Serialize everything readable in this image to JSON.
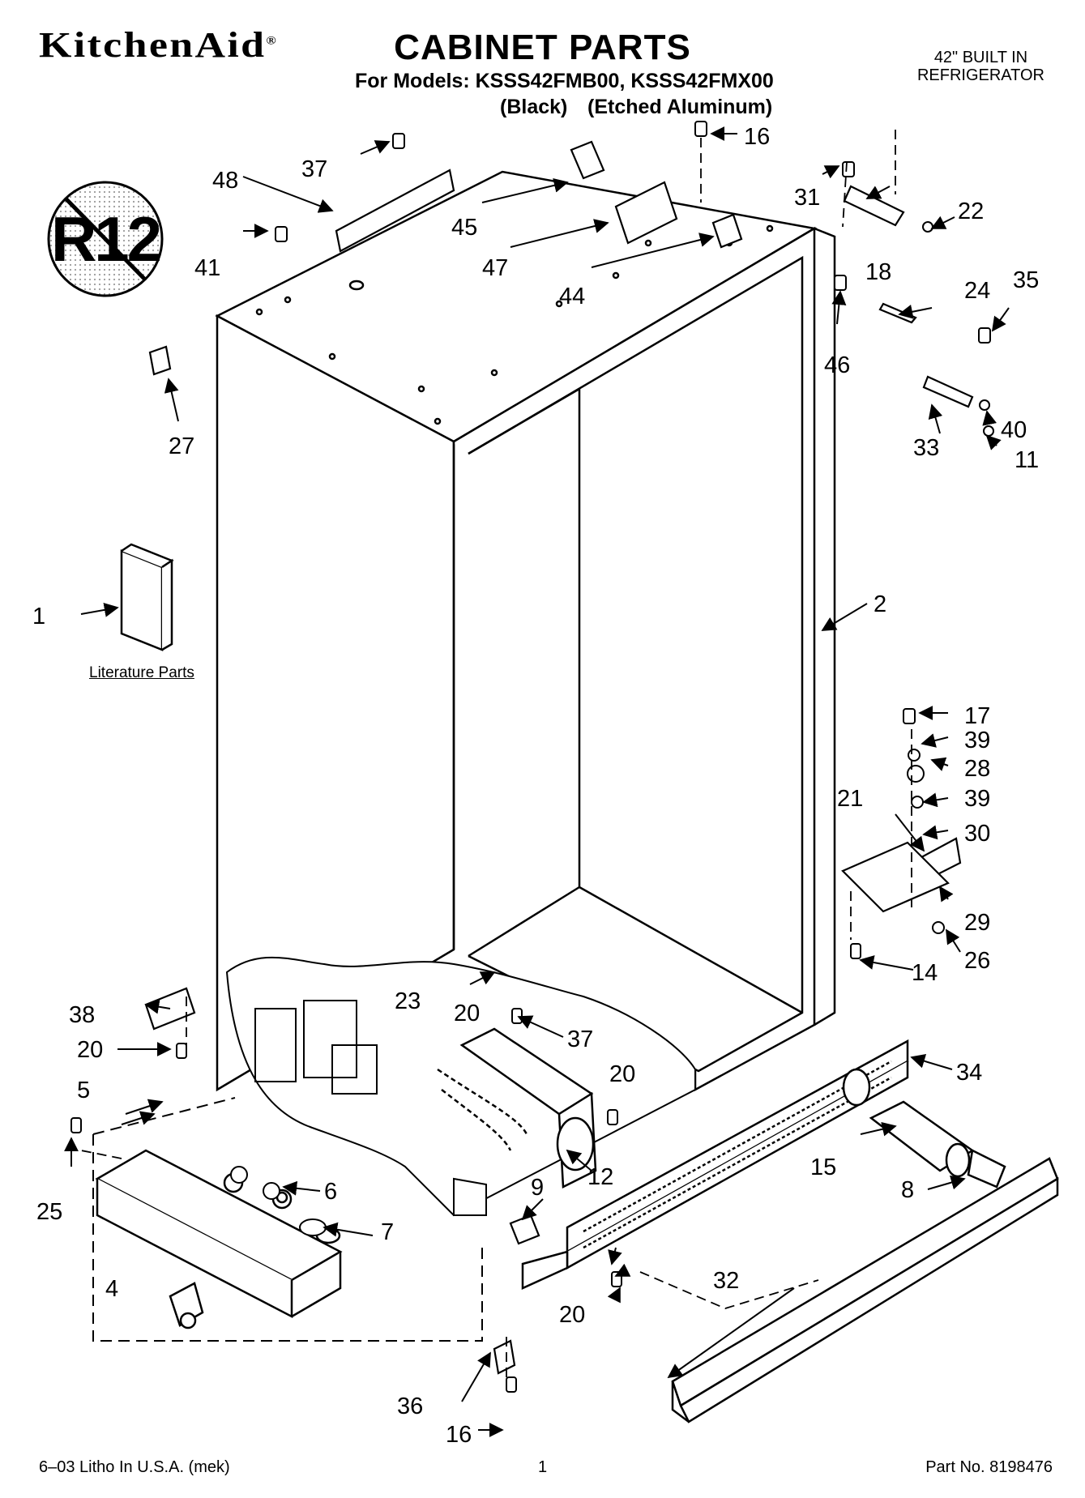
{
  "header": {
    "brand": "KitchenAid",
    "brand_mark": "®",
    "title": "CABINET PARTS",
    "models_line": "For Models: KSSS42FMB00, KSSS42FMX00",
    "variant_a": "(Black)",
    "variant_b": "(Etched Aluminum)",
    "product_type_line1": "42\" BUILT IN",
    "product_type_line2": "REFRIGERATOR"
  },
  "badge": {
    "text": "R12",
    "icon": "no-r12-icon"
  },
  "literature_label": "Literature Parts",
  "callouts": [
    "1",
    "2",
    "4",
    "5",
    "6",
    "7",
    "8",
    "9",
    "11",
    "12",
    "14",
    "15",
    "16",
    "16",
    "17",
    "18",
    "20",
    "20",
    "20",
    "20",
    "21",
    "22",
    "23",
    "24",
    "25",
    "26",
    "27",
    "28",
    "29",
    "30",
    "31",
    "32",
    "33",
    "34",
    "35",
    "36",
    "37",
    "37",
    "38",
    "39",
    "39",
    "40",
    "41",
    "44",
    "45",
    "46",
    "47",
    "48"
  ],
  "footer": {
    "left": "6–03 Litho In U.S.A. (mek)",
    "center": "1",
    "right": "Part No. 8198476"
  },
  "colors": {
    "ink": "#000000",
    "paper": "#ffffff",
    "shade": "#bdbdbd"
  }
}
